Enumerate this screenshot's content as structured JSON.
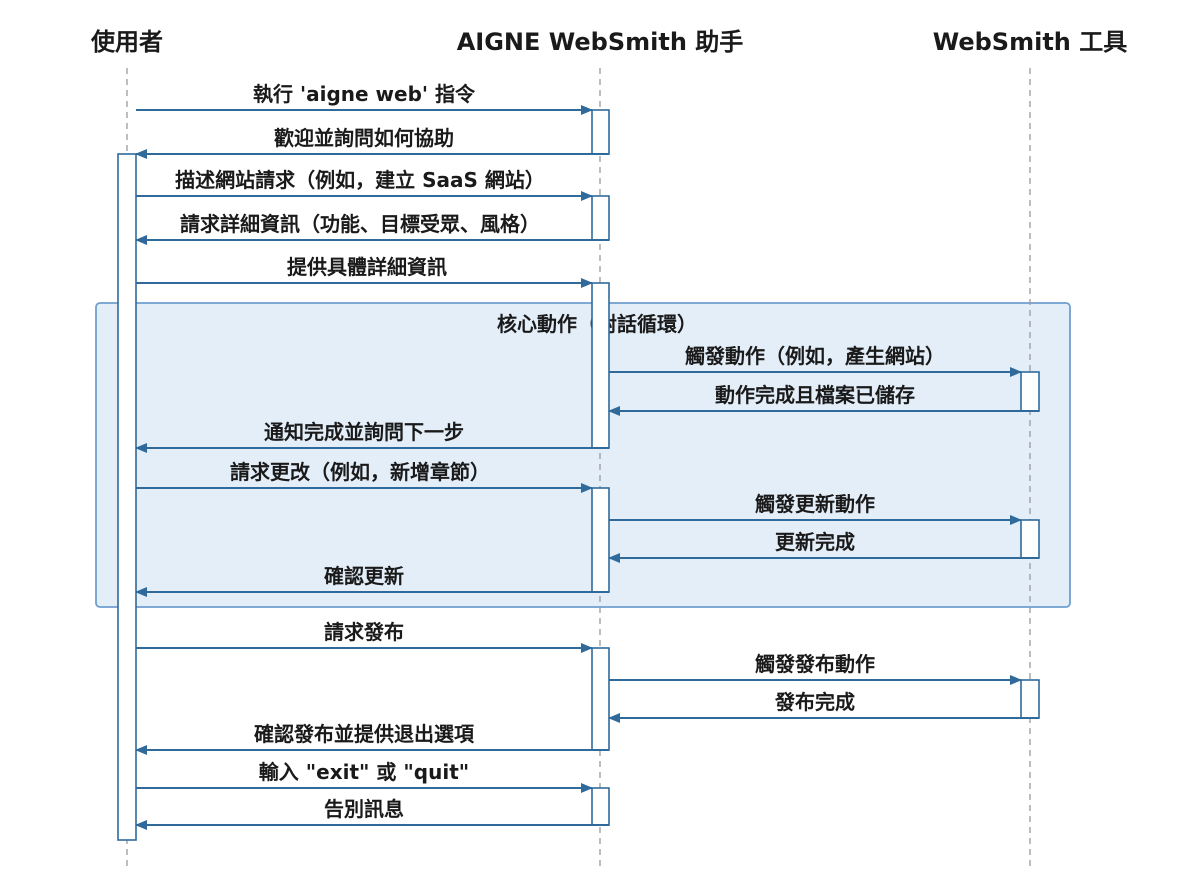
{
  "actors": [
    {
      "id": "user",
      "label": "使用者"
    },
    {
      "id": "assistant",
      "label": "AIGNE WebSmith 助手"
    },
    {
      "id": "tools",
      "label": "WebSmith 工具"
    }
  ],
  "group": {
    "label": "核心動作（對話循環）"
  },
  "messages": [
    {
      "from": "user",
      "to": "assistant",
      "label": "執行 'aigne web' 指令"
    },
    {
      "from": "assistant",
      "to": "user",
      "label": "歡迎並詢問如何協助"
    },
    {
      "from": "user",
      "to": "assistant",
      "label": "描述網站請求（例如，建立 SaaS 網站）"
    },
    {
      "from": "assistant",
      "to": "user",
      "label": "請求詳細資訊（功能、目標受眾、風格）"
    },
    {
      "from": "user",
      "to": "assistant",
      "label": "提供具體詳細資訊"
    },
    {
      "from": "assistant",
      "to": "tools",
      "label": "觸發動作（例如，產生網站）"
    },
    {
      "from": "tools",
      "to": "assistant",
      "label": "動作完成且檔案已儲存"
    },
    {
      "from": "assistant",
      "to": "user",
      "label": "通知完成並詢問下一步"
    },
    {
      "from": "user",
      "to": "assistant",
      "label": "請求更改（例如，新增章節）"
    },
    {
      "from": "assistant",
      "to": "tools",
      "label": "觸發更新動作"
    },
    {
      "from": "tools",
      "to": "assistant",
      "label": "更新完成"
    },
    {
      "from": "assistant",
      "to": "user",
      "label": "確認更新"
    },
    {
      "from": "user",
      "to": "assistant",
      "label": "請求發布"
    },
    {
      "from": "assistant",
      "to": "tools",
      "label": "觸發發布動作"
    },
    {
      "from": "tools",
      "to": "assistant",
      "label": "發布完成"
    },
    {
      "from": "assistant",
      "to": "user",
      "label": "確認發布並提供退出選項"
    },
    {
      "from": "user",
      "to": "assistant",
      "label": "輸入 \"exit\" 或 \"quit\""
    },
    {
      "from": "assistant",
      "to": "user",
      "label": "告別訊息"
    }
  ]
}
